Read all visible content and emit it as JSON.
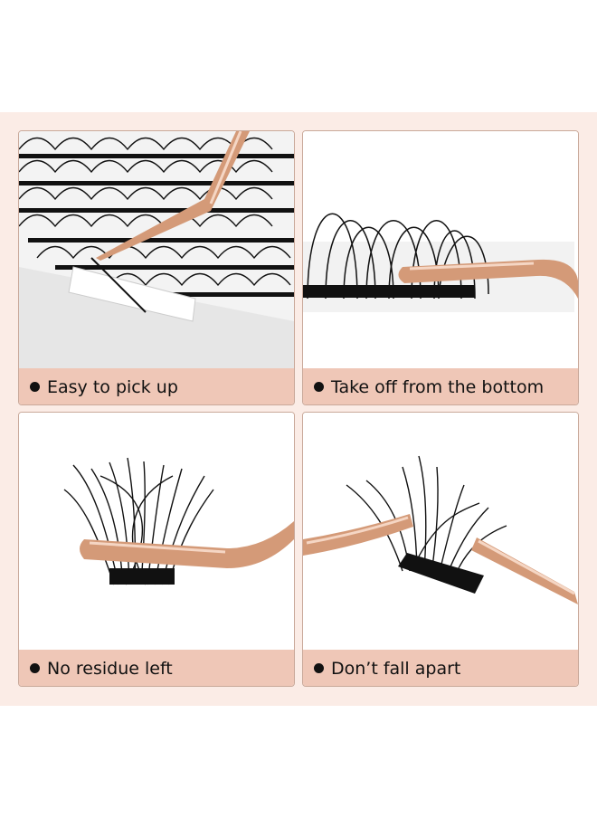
{
  "panels": [
    {
      "caption": "Easy to pick up",
      "photo": "tweezers-picking-lash-cluster-from-tray"
    },
    {
      "caption": "Take off from the bottom",
      "photo": "tweezers-lifting-lash-from-strip"
    },
    {
      "caption": "No residue left",
      "photo": "tweezers-holding-clean-lash-cluster"
    },
    {
      "caption": "Don’t fall apart",
      "photo": "tweezers-holding-intact-lash-cluster"
    }
  ],
  "colors": {
    "background_band": "#fbece6",
    "caption_bar": "#efc7b7",
    "panel_border": "#c9a99a",
    "tweezer_rose_gold": "#d49a78",
    "lash_black": "#111111"
  }
}
